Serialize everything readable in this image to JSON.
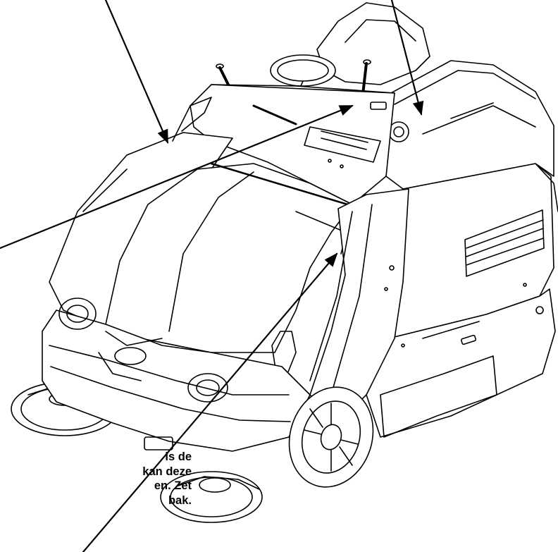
{
  "callout": {
    "lines": [
      "ls de",
      "kan deze",
      "en. Zet",
      "bak."
    ]
  },
  "colors": {
    "ink": "#000000",
    "paper": "#ffffff"
  },
  "icons": {
    "arrowhead": "arrow-head-icon"
  }
}
